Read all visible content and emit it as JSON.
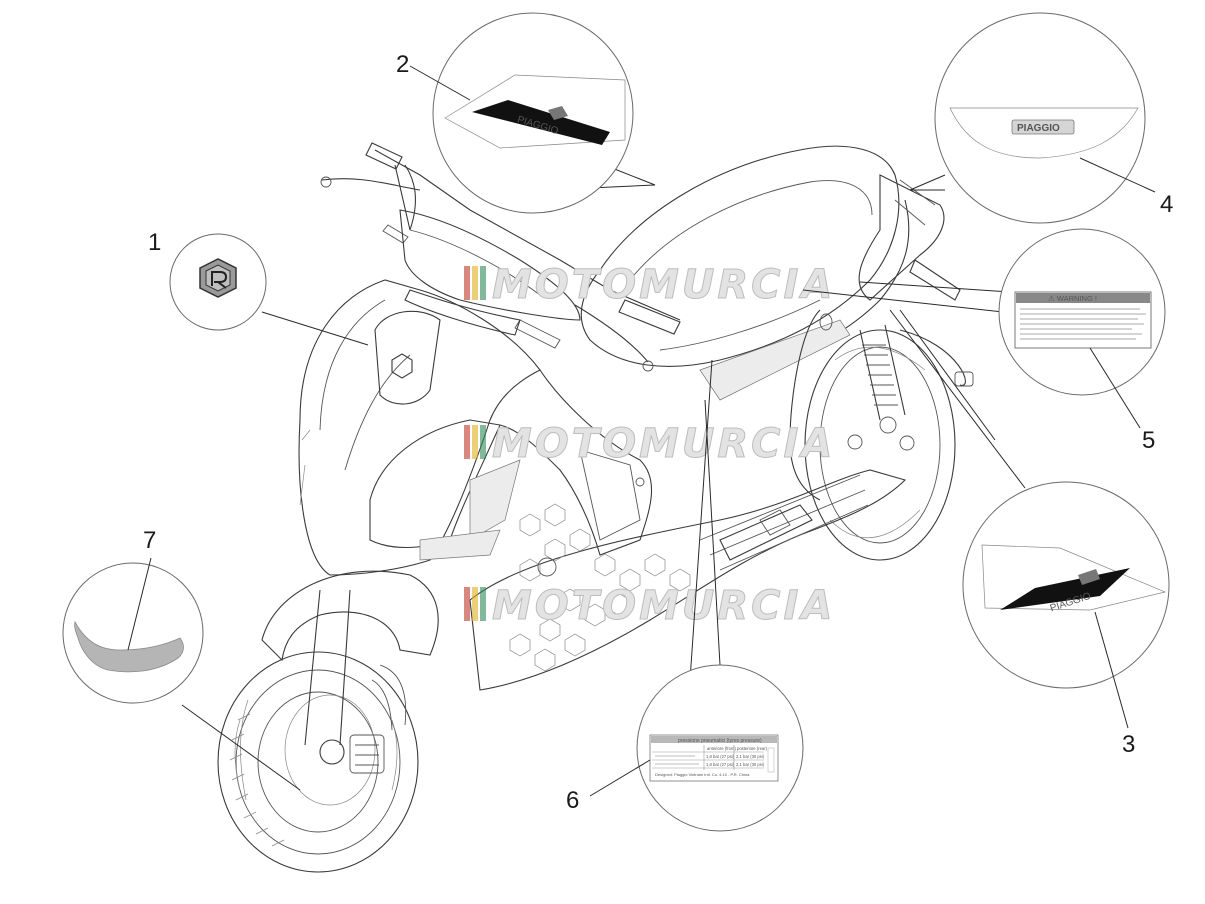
{
  "callouts": {
    "c1": "1",
    "c2": "2",
    "c3": "3",
    "c4": "4",
    "c5": "5",
    "c6": "6",
    "c7": "7"
  },
  "decals": {
    "side_logo": "PIAGGIO",
    "tail_logo": "PIAGGIO",
    "warning_title": "⚠ WARNING !",
    "tyre_title": "pressione pneumatici (tyres pressure)",
    "tyre_col_front": "anteriore (front)",
    "tyre_col_rear": "posteriore (rear)",
    "tyre_row1": "1,8 bar (27 psi)",
    "tyre_row1b": "2,1 bar (30 psi)",
    "tyre_row2": "1,8 bar (27 psi)",
    "tyre_row2b": "2,1 bar (30 psi)",
    "tyre_footer": "Designed: Piaggio Vietnam Intl. Co. 4.10 - P.R. China"
  },
  "watermark": {
    "text": "MOTOMURCIA"
  },
  "colors": {
    "line": "#3a3a3a",
    "decal_black": "#111111",
    "seat_grey": "#b5b5b5",
    "stripe_red": "#c0392b",
    "stripe_green": "#2e8b57",
    "stripe_yellow": "#e0b020"
  }
}
